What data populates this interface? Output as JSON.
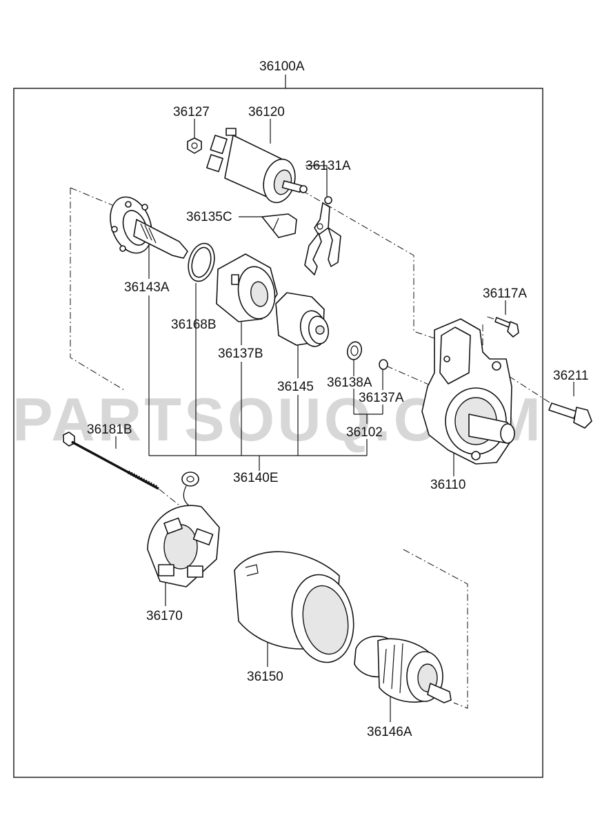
{
  "watermark": "PARTSOUQ.COM",
  "parts": {
    "assembly": "36100A",
    "nut": "36127",
    "solenoid": "36120",
    "lever": "36131A",
    "plunger_cap": "36135C",
    "drive_housing_shaft": "36143A",
    "seal_ring": "36168B",
    "planetary_gear": "36137B",
    "pinion_clutch": "36145",
    "washer": "36138A",
    "snap_ring": "36137A",
    "gear_kit": "36102",
    "reduction_assembly": "36140E",
    "bolt_small": "36117A",
    "bolt_mount": "36211",
    "front_housing": "36110",
    "through_bolt": "36181B",
    "brush_holder": "36170",
    "yoke": "36150",
    "armature": "36146A"
  }
}
